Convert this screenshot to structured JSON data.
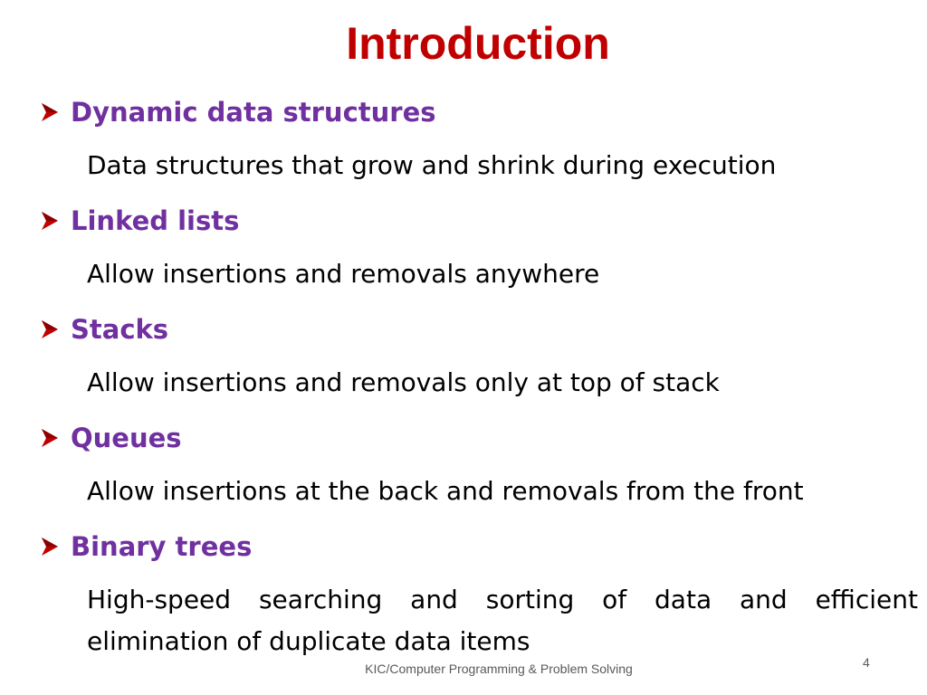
{
  "slide": {
    "title": "Introduction",
    "items": [
      {
        "heading": "Dynamic data structures",
        "description": "Data structures that grow and shrink during execution"
      },
      {
        "heading": "Linked lists",
        "description": "Allow insertions and removals anywhere"
      },
      {
        "heading": "Stacks",
        "description": "Allow insertions and removals only at top of stack"
      },
      {
        "heading": "Queues",
        "description": "Allow insertions at the back and removals from the front"
      },
      {
        "heading": "Binary trees",
        "description": "High-speed searching and sorting of data and efficient elimination of duplicate data items"
      }
    ],
    "footer": "KIC/Computer Programming & Problem Solving",
    "page_number": "4"
  },
  "colors": {
    "title": "#c00000",
    "heading": "#7030a0",
    "bullet_arrow": "#c00000",
    "body_text": "#000000",
    "footer": "#595959"
  },
  "icons": {
    "bullet": "arrow-right-icon"
  }
}
